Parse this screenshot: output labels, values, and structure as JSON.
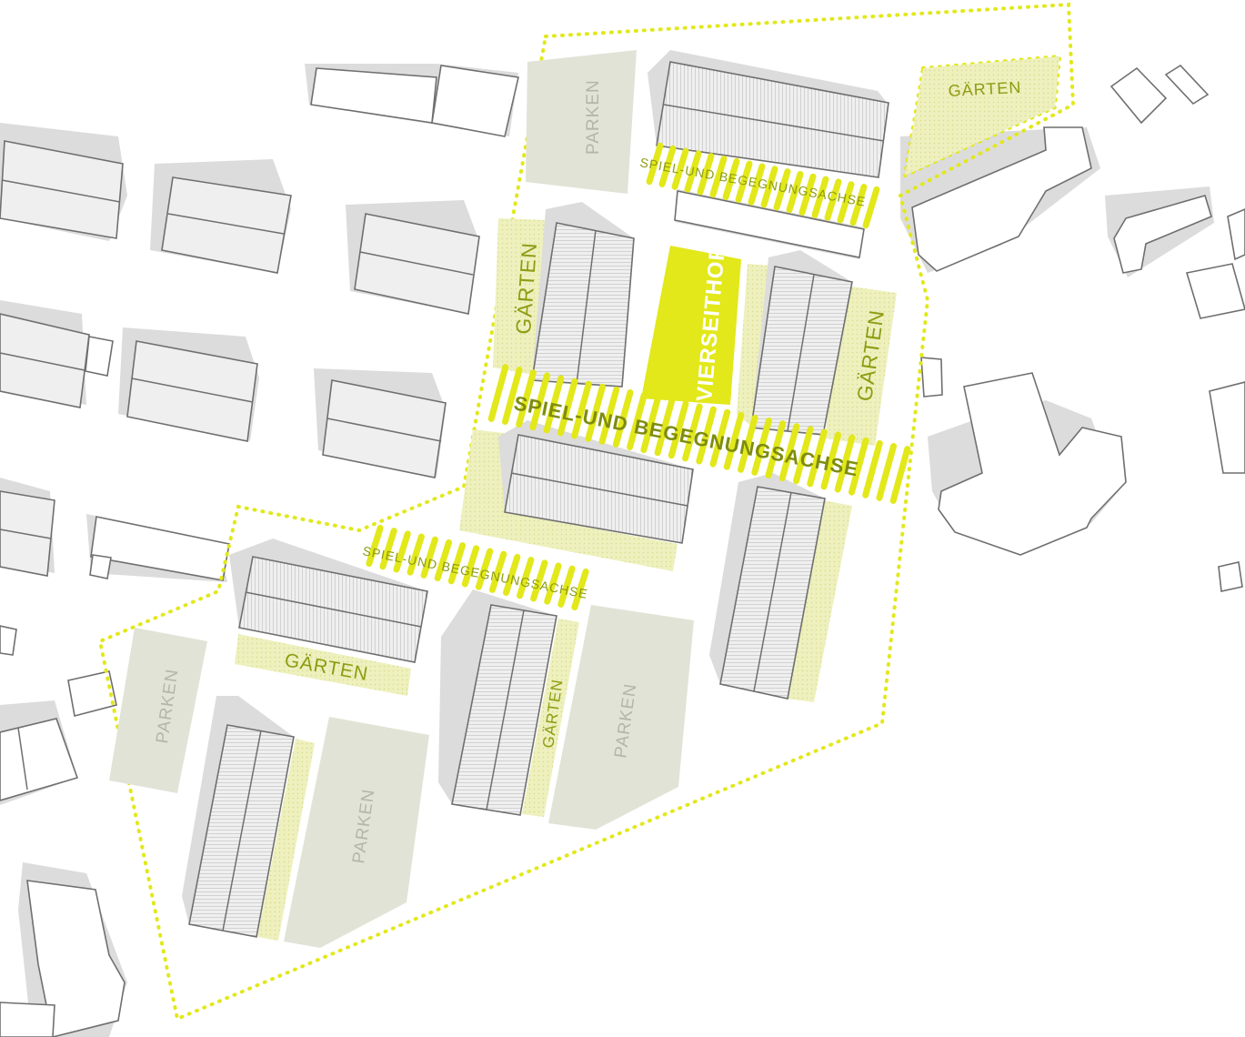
{
  "colors": {
    "accent": "#e2e81a",
    "label": "#8d9c12",
    "parking": "#e1e3d6",
    "garden": "#eef0bd",
    "shadow": "#dcdcdc"
  },
  "labels": {
    "parken_top": "PARKEN",
    "gaerten_top_right": "GÄRTEN",
    "axis_top": "SPIEL-UND BEGEGNUNGSACHSE",
    "gaerten_left": "GÄRTEN",
    "vierseithof": "VIERSEITHOF",
    "gaerten_right": "GÄRTEN",
    "axis_main": "SPIEL-UND BEGEGNUNGSACHSE",
    "axis_lower": "SPIEL-UND BEGEGNUNGSACHSE",
    "gaerten_lower": "GÄRTEN",
    "parken_left": "PARKEN",
    "gaerten_mid": "GÄRTEN",
    "parken_mid": "PARKEN",
    "parken_bottom": "PARKEN"
  }
}
